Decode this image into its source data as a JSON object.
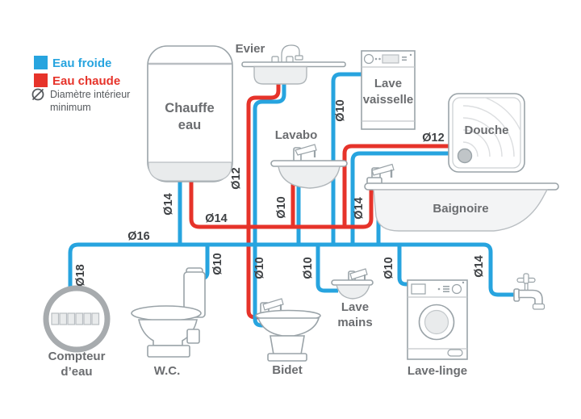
{
  "legend": {
    "cold_label": "Eau froide",
    "hot_label": "Eau chaude",
    "note_line1": "Diamètre intérieur",
    "note_line2": "minimum"
  },
  "colors": {
    "cold": "#27a4df",
    "hot": "#e6332a"
  },
  "fixtures": {
    "chauffe_eau": {
      "line1": "Chauffe",
      "line2": "eau"
    },
    "evier": {
      "label": "Evier"
    },
    "lave_vaisselle": {
      "line1": "Lave",
      "line2": "vaisselle"
    },
    "douche": {
      "label": "Douche"
    },
    "baignoire": {
      "label": "Baignoire"
    },
    "lavabo": {
      "label": "Lavabo"
    },
    "compteur": {
      "line1": "Compteur",
      "line2": "d’eau"
    },
    "wc": {
      "label": "W.C."
    },
    "bidet": {
      "label": "Bidet"
    },
    "lave_mains": {
      "line1": "Lave",
      "line2": "mains"
    },
    "lave_linge": {
      "label": "Lave-linge"
    }
  },
  "pipe_labels": {
    "main_cold": "Ø16",
    "main_hot": "Ø14",
    "meter": "Ø18",
    "heater": "Ø14",
    "evier": "Ø12",
    "lavabo": "Ø10",
    "lave_vaisselle": "Ø10",
    "douche": "Ø12",
    "baignoire": "Ø14",
    "wc": "Ø10",
    "bidet": "Ø10",
    "lave_mains": "Ø10",
    "lave_linge": "Ø10",
    "exterieur": "Ø14"
  }
}
